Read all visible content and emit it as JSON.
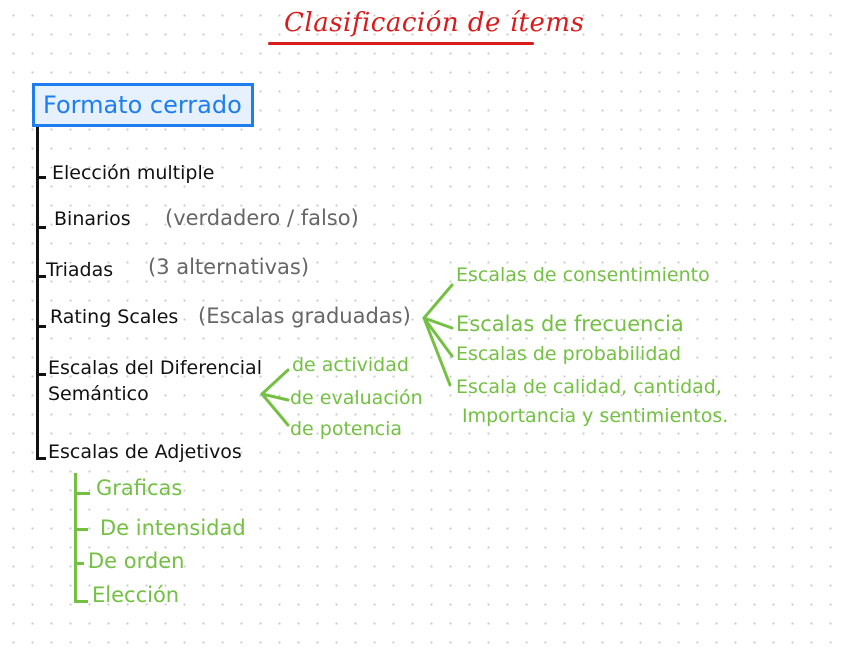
{
  "title": "Clasificación de ítems",
  "colors": {
    "title": "#d81b1b",
    "root": "#1e7ef0",
    "root_fill": "#e6f1fd",
    "main_items": "#111111",
    "notes": "#666666",
    "subitems": "#74c043"
  },
  "root": {
    "label": "Formato cerrado"
  },
  "items": [
    {
      "label": "Elección multiple",
      "note": ""
    },
    {
      "label": "Binarios",
      "note": "(verdadero / falso)"
    },
    {
      "label": "Triadas",
      "note": "(3 alternativas)"
    },
    {
      "label": "Rating Scales",
      "note": "(Escalas graduadas)"
    },
    {
      "label": "Escalas del Diferencial",
      "label2": "Semántico",
      "note": ""
    },
    {
      "label": "Escalas de Adjetivos",
      "note": ""
    }
  ],
  "rating_scales_children": [
    "Escalas de consentimiento",
    "Escalas de frecuencia",
    "Escalas de probabilidad",
    "Escala de calidad, cantidad,",
    "Importancia y sentimientos."
  ],
  "diferencial_children": [
    "de actividad",
    "de evaluación",
    "de potencia"
  ],
  "adjetivos_children": [
    "Graficas",
    "De intensidad",
    "De orden",
    "Elección"
  ]
}
